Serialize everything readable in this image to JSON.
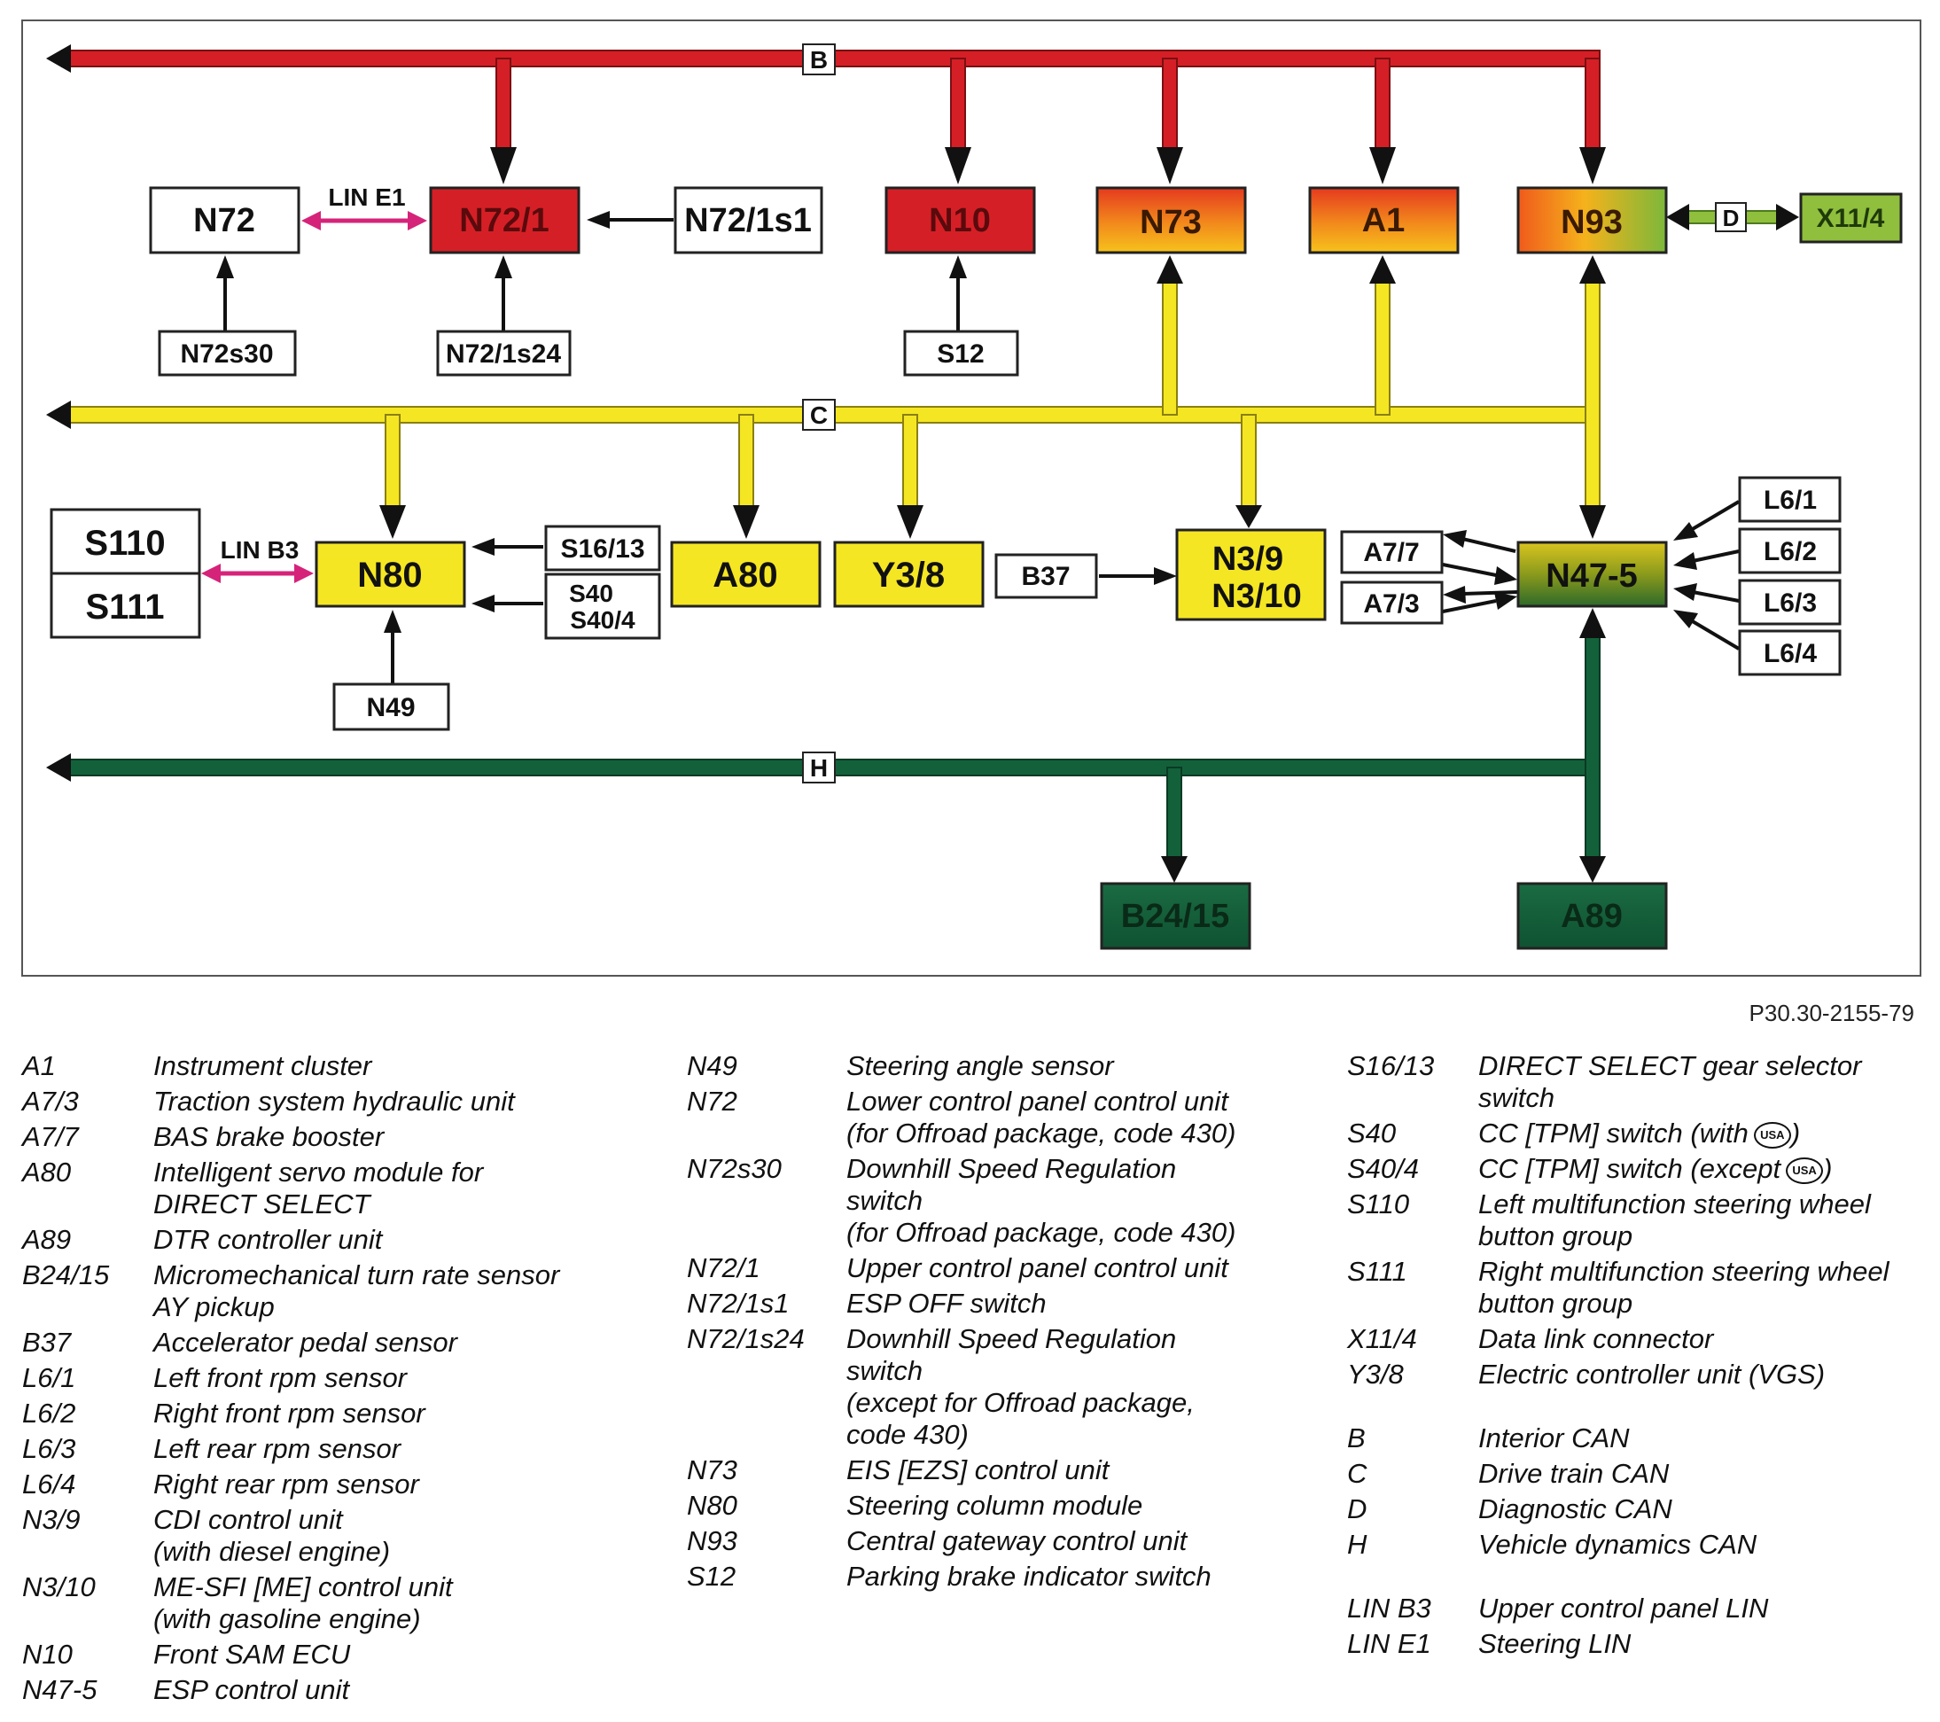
{
  "diagram": {
    "document_id": "P30.30-2155-79",
    "colors": {
      "interior_can": "#d51f26",
      "drive_train_can": "#f5e623",
      "vehicle_dynamics_can": "#13613b",
      "diagnostic_can": "#8fbf3d",
      "lin": "#d6237a",
      "signal": "#111111",
      "border": "#222222"
    },
    "buses": {
      "B": {
        "label": "B"
      },
      "C": {
        "label": "C"
      },
      "H": {
        "label": "H"
      },
      "D": {
        "label": "D"
      }
    },
    "lin_links": {
      "e1": {
        "label": "LIN E1"
      },
      "b3": {
        "label": "LIN B3"
      }
    },
    "nodes": {
      "N72": "N72",
      "N72_1": "N72/1",
      "N72_1s1": "N72/1s1",
      "N10": "N10",
      "N73": "N73",
      "A1": "A1",
      "N93": "N93",
      "X11_4": "X11/4",
      "N72s30": "N72s30",
      "N72_1s24": "N72/1s24",
      "S12": "S12",
      "S110": "S110",
      "S111": "S111",
      "N80": "N80",
      "S16_13": "S16/13",
      "S40": "S40",
      "S40_4": "S40/4",
      "A80": "A80",
      "Y3_8": "Y3/8",
      "B37": "B37",
      "N3_9": "N3/9",
      "N3_10": "N3/10",
      "A7_7": "A7/7",
      "A7_3": "A7/3",
      "N47_5": "N47-5",
      "L6_1": "L6/1",
      "L6_2": "L6/2",
      "L6_3": "L6/3",
      "L6_4": "L6/4",
      "N49": "N49",
      "B24_15": "B24/15",
      "A89": "A89"
    }
  },
  "legend": {
    "usa_icon_label": "USA",
    "col1": [
      {
        "code": "A1",
        "desc": "Instrument cluster"
      },
      {
        "code": "A7/3",
        "desc": "Traction system hydraulic unit"
      },
      {
        "code": "A7/7",
        "desc": "BAS brake booster"
      },
      {
        "code": "A80",
        "desc": "Intelligent servo module for\nDIRECT SELECT"
      },
      {
        "code": "A89",
        "desc": "DTR controller unit"
      },
      {
        "code": "B24/15",
        "desc": "Micromechanical turn rate sensor\nAY pickup"
      },
      {
        "code": "B37",
        "desc": "Accelerator pedal sensor"
      },
      {
        "code": "L6/1",
        "desc": "Left front rpm sensor"
      },
      {
        "code": "L6/2",
        "desc": "Right front rpm sensor"
      },
      {
        "code": "L6/3",
        "desc": "Left rear rpm sensor"
      },
      {
        "code": "L6/4",
        "desc": "Right rear rpm sensor"
      },
      {
        "code": "N3/9",
        "desc": "CDI control unit\n(with diesel engine)"
      },
      {
        "code": "N3/10",
        "desc": "ME-SFI [ME] control unit\n(with gasoline engine)"
      },
      {
        "code": "N10",
        "desc": "Front SAM ECU"
      },
      {
        "code": "N47-5",
        "desc": "ESP control unit"
      }
    ],
    "col2": [
      {
        "code": "N49",
        "desc": "Steering angle sensor"
      },
      {
        "code": "N72",
        "desc": "Lower control panel control unit\n(for Offroad package, code 430)"
      },
      {
        "code": "N72s30",
        "desc": "Downhill Speed Regulation\nswitch\n(for Offroad package, code 430)"
      },
      {
        "code": "N72/1",
        "desc": "Upper control panel control unit"
      },
      {
        "code": "N72/1s1",
        "desc": "ESP OFF switch"
      },
      {
        "code": "N72/1s24",
        "desc": "Downhill Speed Regulation\nswitch\n(except for Offroad package,\ncode 430)"
      },
      {
        "code": "N73",
        "desc": "EIS [EZS] control unit"
      },
      {
        "code": "N80",
        "desc": "Steering column module"
      },
      {
        "code": "N93",
        "desc": "Central gateway control unit"
      },
      {
        "code": "S12",
        "desc": "Parking brake indicator switch"
      }
    ],
    "col3": [
      {
        "code": "S16/13",
        "desc": "DIRECT SELECT gear selector\nswitch"
      },
      {
        "code": "S40",
        "desc": "CC [TPM] switch (with",
        "suffix": ")",
        "usa": true
      },
      {
        "code": "S40/4",
        "desc": "CC [TPM] switch (except",
        "suffix": ")",
        "usa": true
      },
      {
        "code": "S110",
        "desc": "Left multifunction steering wheel\nbutton group"
      },
      {
        "code": "S111",
        "desc": "Right multifunction steering wheel\nbutton group"
      },
      {
        "code": "X11/4",
        "desc": "Data link connector"
      },
      {
        "code": "Y3/8",
        "desc": "Electric controller unit (VGS)"
      },
      {
        "code": "B",
        "desc": "Interior CAN",
        "gap": true
      },
      {
        "code": "C",
        "desc": "Drive train CAN"
      },
      {
        "code": "D",
        "desc": "Diagnostic CAN"
      },
      {
        "code": "H",
        "desc": "Vehicle dynamics CAN"
      },
      {
        "code": "LIN B3",
        "desc": "Upper control panel LIN",
        "gap": true
      },
      {
        "code": "LIN E1",
        "desc": "Steering LIN"
      }
    ]
  }
}
